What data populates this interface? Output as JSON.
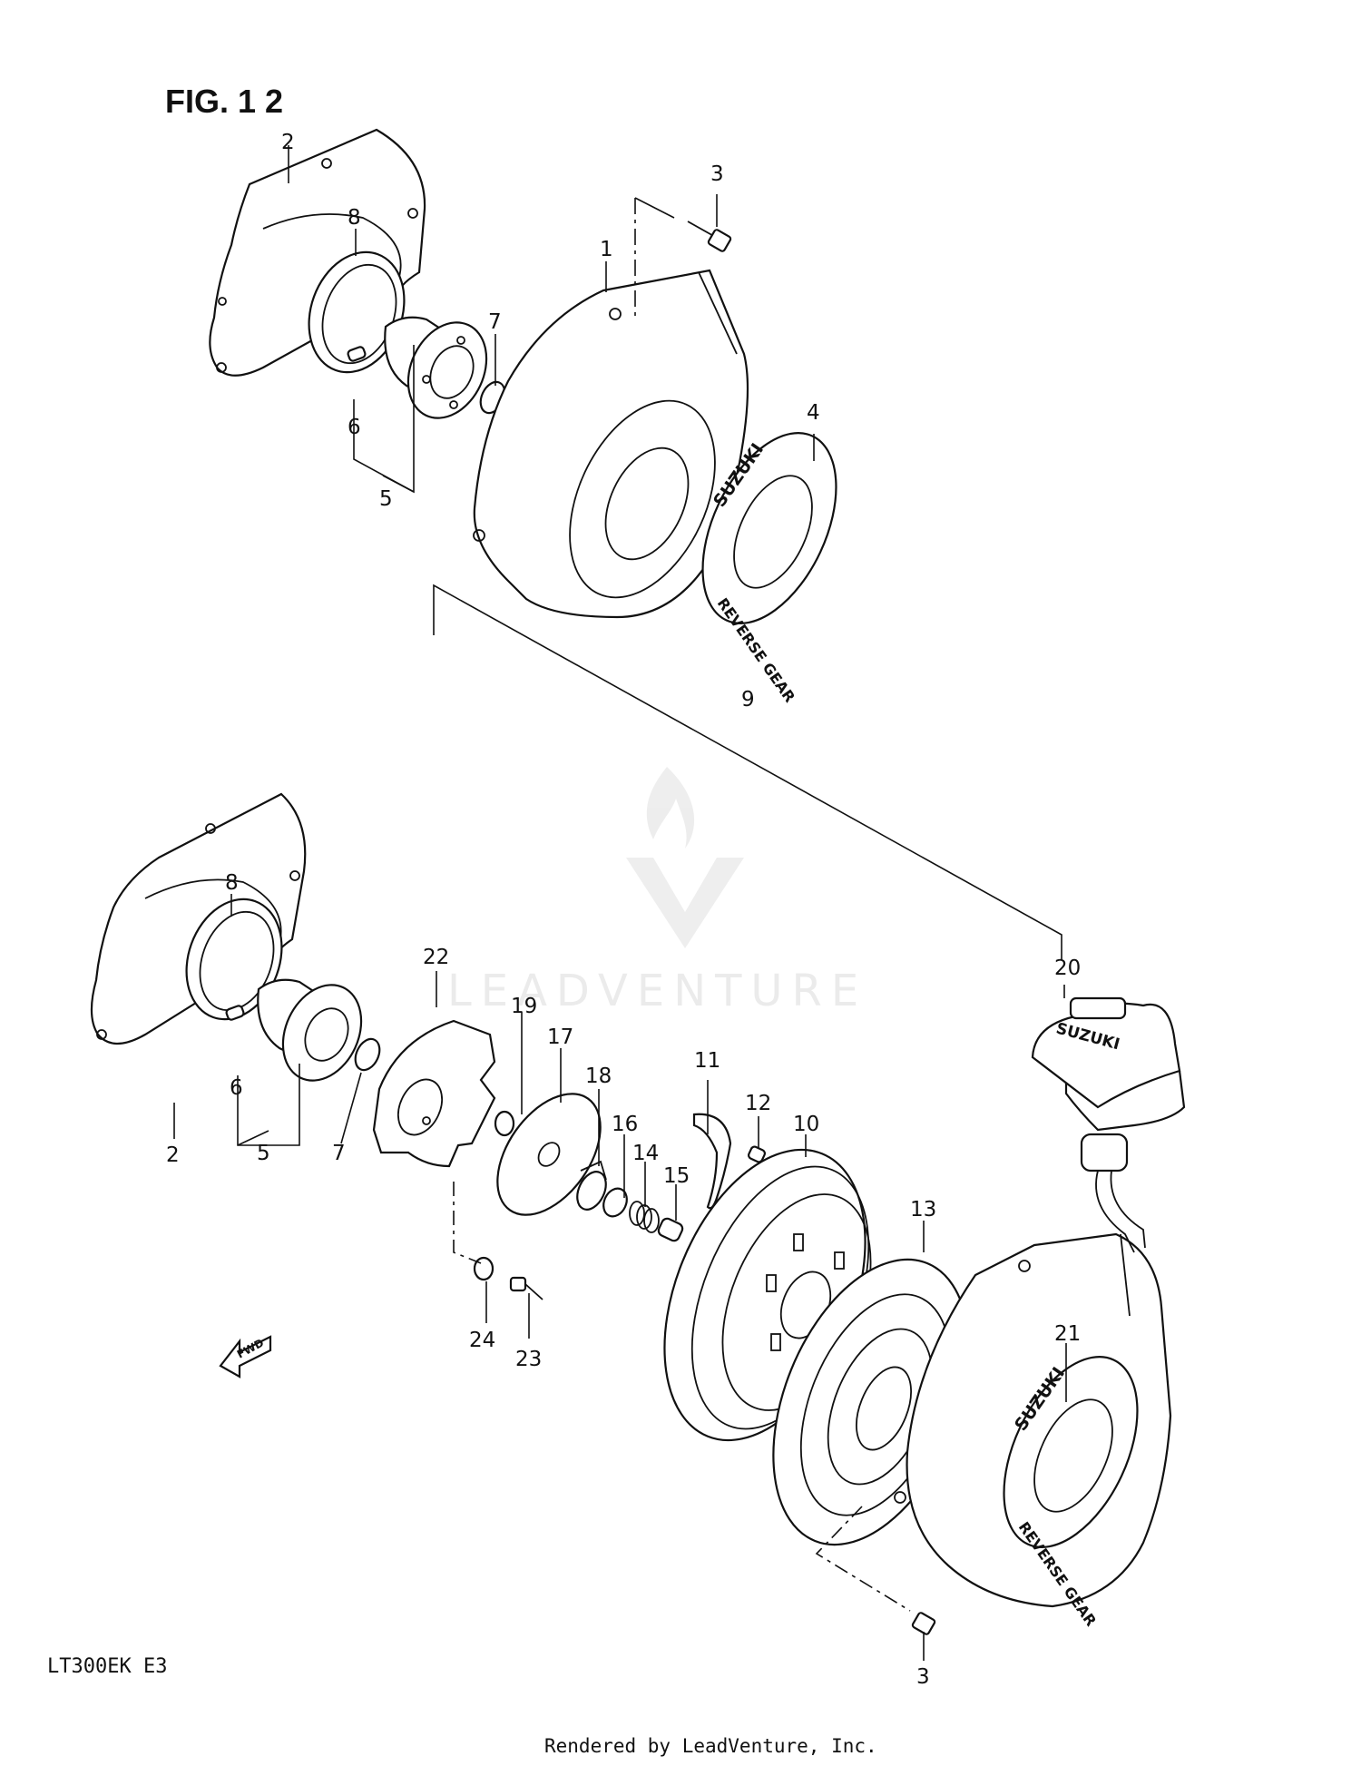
{
  "figure": {
    "title": "FIG. 1 2",
    "model_code": "LT300EK  E3",
    "credit": "Rendered by LeadVenture, Inc.",
    "watermark": "LEADVENTURE",
    "fwd_label": "FWD",
    "emblem_brand": "SUZUKI",
    "emblem_text": "REVERSE GEAR"
  },
  "callouts": {
    "c1": "1",
    "c2_top": "2",
    "c3_top": "3",
    "c4": "4",
    "c5_top": "5",
    "c6_top": "6",
    "c7_top": "7",
    "c8_top": "8",
    "c9": "9",
    "c8_bot": "8",
    "c22": "22",
    "c19": "19",
    "c17": "17",
    "c18": "18",
    "c11": "11",
    "c12": "12",
    "c10": "10",
    "c16": "16",
    "c14": "14",
    "c15": "15",
    "c20": "20",
    "c13": "13",
    "c21": "21",
    "c6_bot": "6",
    "c2_bot": "2",
    "c5_bot": "5",
    "c7_bot": "7",
    "c24": "24",
    "c23": "23",
    "c3_bot": "3"
  }
}
